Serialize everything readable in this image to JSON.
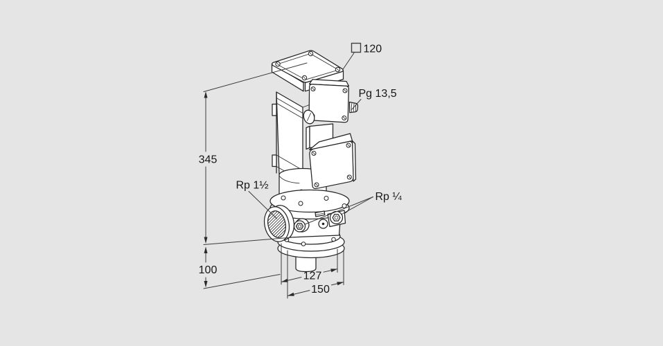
{
  "drawing": {
    "background_color": "#e5e5e5",
    "line_color": "#232323",
    "dimension_line_color": "#3a3a3a",
    "dimensions": {
      "head_square": "120",
      "total_height": "345",
      "lower_height": "100",
      "flange_width": "127",
      "overall_width": "150"
    },
    "labels": {
      "cable_gland": "Pg 13,5",
      "inlet_connection": "Rp 1½",
      "pressure_taps": "Rp ¼"
    }
  }
}
